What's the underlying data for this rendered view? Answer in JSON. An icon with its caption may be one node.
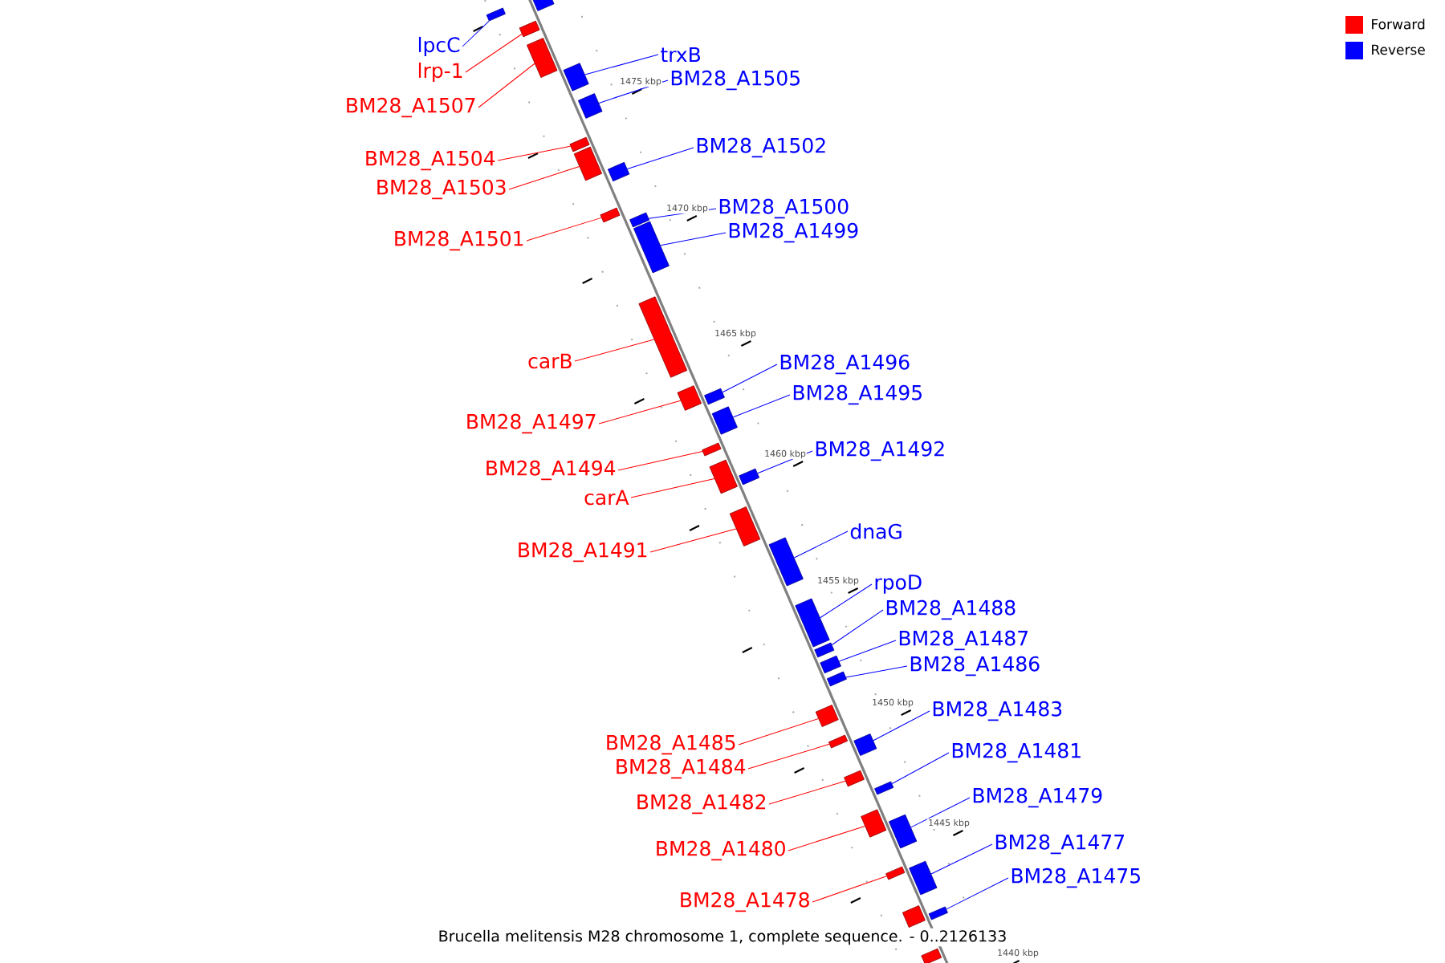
{
  "diagram": {
    "caption": "Brucella melitensis M28 chromosome 1, complete sequence. - 0..2126133",
    "nodes": [
      {
        "text": [
          "lpcC"
        ]
      },
      {
        "text": [
          "trxB"
        ]
      },
      {
        "text": [
          "lrp-1"
        ]
      },
      {
        "text": [
          "BM28_A1505"
        ]
      },
      {
        "text": [
          "BM28_A1507"
        ]
      },
      {
        "text": [
          "BM28_A1502"
        ]
      },
      {
        "text": [
          "BM28_A1504"
        ]
      },
      {
        "text": [
          "BM28_A1503"
        ]
      },
      {
        "text": [
          "BM28_A1500"
        ]
      },
      {
        "text": [
          "BM28_A1499"
        ]
      },
      {
        "text": [
          "BM28_A1501"
        ]
      },
      {
        "text": [
          "carB"
        ]
      },
      {
        "text": [
          "BM28_A1496"
        ]
      },
      {
        "text": [
          "BM28_A1495"
        ]
      },
      {
        "text": [
          "BM28_A1497"
        ]
      },
      {
        "text": [
          "BM28_A1492"
        ]
      },
      {
        "text": [
          "BM28_A1494"
        ]
      },
      {
        "text": [
          "carA"
        ]
      },
      {
        "text": [
          "dnaG"
        ]
      },
      {
        "text": [
          "BM28_A1491"
        ]
      },
      {
        "text": [
          "rpoD"
        ]
      },
      {
        "text": [
          "BM28_A1488"
        ]
      },
      {
        "text": [
          "BM28_A1487"
        ]
      },
      {
        "text": [
          "BM28_A1486"
        ]
      },
      {
        "text": [
          "BM28_A1483"
        ]
      },
      {
        "text": [
          "BM28_A1485"
        ]
      },
      {
        "text": [
          "BM28_A1481"
        ]
      },
      {
        "text": [
          "BM28_A1484"
        ]
      },
      {
        "text": [
          "BM28_A1479"
        ]
      },
      {
        "text": [
          "BM28_A1482"
        ]
      },
      {
        "text": [
          "BM28_A1477"
        ]
      },
      {
        "text": [
          "BM28_A1480"
        ]
      },
      {
        "text": [
          "BM28_A1475"
        ]
      },
      {
        "text": [
          "BM28_A1478"
        ]
      },
      {
        "text": [],
        "shape": "box"
      },
      {
        "text": [],
        "shape": "box"
      },
      {
        "text": [],
        "shape": "box"
      },
      {
        "text": [],
        "shape": "box"
      },
      {
        "text": [],
        "shape": "box"
      },
      {
        "text": [],
        "shape": "box"
      },
      {
        "text": [],
        "shape": "box"
      },
      {
        "text": [],
        "shape": "box"
      },
      {
        "text": [],
        "shape": "box"
      },
      {
        "text": [],
        "shape": "box"
      },
      {
        "text": [],
        "shape": "box"
      },
      {
        "text": [],
        "shape": "box"
      },
      {
        "text": [],
        "shape": "box"
      },
      {
        "text": [],
        "shape": "box"
      },
      {
        "text": [],
        "shape": "box"
      },
      {
        "text": [],
        "shape": "box"
      },
      {
        "text": [],
        "shape": "box"
      },
      {
        "text": [],
        "shape": "box"
      },
      {
        "text": [],
        "shape": "box"
      },
      {
        "text": [],
        "shape": "box"
      },
      {
        "text": [],
        "shape": "box"
      },
      {
        "text": [],
        "shape": "box"
      },
      {
        "text": [],
        "shape": "box"
      },
      {
        "text": [],
        "shape": "box"
      },
      {
        "text": [],
        "shape": "box"
      },
      {
        "text": [],
        "shape": "box"
      },
      {
        "text": [],
        "shape": "box"
      },
      {
        "text": [],
        "shape": "box"
      },
      {
        "text": [],
        "shape": "box"
      },
      {
        "text": [],
        "shape": "box"
      },
      {
        "text": [],
        "shape": "box"
      },
      {
        "text": [],
        "shape": "box"
      },
      {
        "text": [],
        "shape": "box"
      },
      {
        "text": [],
        "shape": "box"
      },
      {
        "text": [],
        "shape": "box"
      },
      {
        "text": [],
        "shape": "box"
      },
      {
        "text": [],
        "shape": "box"
      }
    ],
    "edges": [
      {
        "from": 0,
        "to": 34,
        "arrow": "none"
      },
      {
        "from": 1,
        "to": 35,
        "arrow": "none"
      },
      {
        "from": 2,
        "to": 36,
        "arrow": "none",
        "color": "#ff0000"
      },
      {
        "from": 3,
        "to": 37,
        "arrow": "none"
      },
      {
        "from": 4,
        "to": 38,
        "arrow": "none",
        "color": "#ff0000"
      },
      {
        "from": 5,
        "to": 39,
        "arrow": "none"
      },
      {
        "from": 6,
        "to": 40,
        "arrow": "none",
        "color": "#ff0000"
      },
      {
        "from": 7,
        "to": 41,
        "arrow": "none",
        "color": "#ff0000"
      },
      {
        "from": 8,
        "to": 42,
        "arrow": "none"
      },
      {
        "from": 9,
        "to": 43,
        "arrow": "none"
      },
      {
        "from": 10,
        "to": 44,
        "arrow": "none",
        "color": "#ff0000"
      },
      {
        "from": 11,
        "to": 45,
        "arrow": "none",
        "color": "#ff0000"
      },
      {
        "from": 12,
        "to": 46,
        "arrow": "none"
      },
      {
        "from": 13,
        "to": 47,
        "arrow": "none"
      },
      {
        "from": 14,
        "to": 48,
        "arrow": "none",
        "color": "#ff0000"
      },
      {
        "from": 15,
        "to": 49,
        "arrow": "none"
      },
      {
        "from": 16,
        "to": 50,
        "arrow": "none",
        "color": "#ff0000"
      },
      {
        "from": 17,
        "to": 51,
        "arrow": "none",
        "color": "#ff0000"
      },
      {
        "from": 18,
        "to": 52,
        "arrow": "none"
      },
      {
        "from": 19,
        "to": 53,
        "arrow": "none",
        "color": "#ff0000"
      },
      {
        "from": 20,
        "to": 54,
        "arrow": "none"
      },
      {
        "from": 21,
        "to": 55,
        "arrow": "none"
      },
      {
        "from": 22,
        "to": 56,
        "arrow": "none"
      },
      {
        "from": 23,
        "to": 57,
        "arrow": "none"
      },
      {
        "from": 24,
        "to": 58,
        "arrow": "none"
      },
      {
        "from": 25,
        "to": 59,
        "arrow": "none",
        "color": "#ff0000"
      },
      {
        "from": 26,
        "to": 60,
        "arrow": "none"
      },
      {
        "from": 27,
        "to": 61,
        "arrow": "none",
        "color": "#ff0000"
      },
      {
        "from": 28,
        "to": 62,
        "arrow": "none"
      },
      {
        "from": 29,
        "to": 63,
        "arrow": "none",
        "color": "#ff0000"
      },
      {
        "from": 30,
        "to": 64,
        "arrow": "none"
      },
      {
        "from": 31,
        "to": 65,
        "arrow": "none",
        "color": "#ff0000"
      },
      {
        "from": 32,
        "to": 66,
        "arrow": "none"
      },
      {
        "from": 33,
        "to": 67,
        "arrow": "none",
        "color": "#ff0000"
      }
    ],
    "labels": [
      "1475 kbp",
      "1470 kbp",
      "1465 kbp",
      "1460 kbp",
      "1455 kbp",
      "1450 kbp",
      "1445 kbp",
      "1440 kbp"
    ],
    "legend": [
      {
        "text": "Forward",
        "color": "#ff0000"
      },
      {
        "text": "Reverse",
        "color": "#0000ff"
      }
    ]
  }
}
